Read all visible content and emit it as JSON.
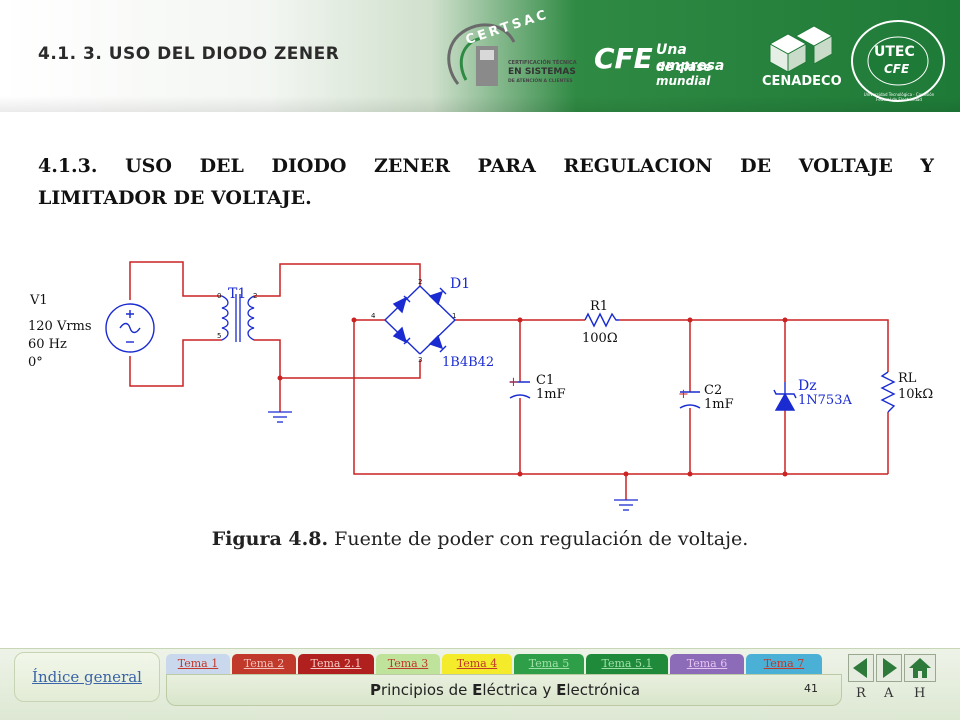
{
  "header": {
    "title": "4.1. 3. USO DEL DIODO ZENER",
    "logos": {
      "certsac": {
        "name": "CERTSAC",
        "line1": "CERTIFICACIÓN TÉCNICA",
        "line2": "EN SISTEMAS",
        "line3": "DE ATENCIÓN A CLIENTES"
      },
      "cfe": {
        "mark": "CFE",
        "slogan1": "Una empresa",
        "slogan2": "de clase mundial"
      },
      "cenadeco": {
        "name": "CENADECO"
      },
      "utec": {
        "ring": "Universidad Tecnológica · Comisión Federal de Electricidad",
        "mark1": "UTEC",
        "mark2": "CFE"
      }
    }
  },
  "content": {
    "heading_line1": "4.1.3. USO DEL DIODO ZENER PARA REGULACION DE VOLTAJE Y",
    "heading_line2": "LIMITADOR DE VOLTAJE.",
    "caption_bold": "Figura 4.8.",
    "caption_text": " Fuente de poder con regulación de voltaje."
  },
  "circuit": {
    "source": {
      "name": "V1",
      "voltage": "120 Vrms",
      "freq": "60 Hz",
      "phase": "0°"
    },
    "transformer": {
      "name": "T1"
    },
    "bridge": {
      "name": "D1",
      "part": "1B4B42"
    },
    "c1": {
      "name": "C1",
      "value": "1mF"
    },
    "r1": {
      "name": "R1",
      "value": "100Ω"
    },
    "c2": {
      "name": "C2",
      "value": "1mF"
    },
    "zener": {
      "name": "Dz",
      "part": "1N753A"
    },
    "load": {
      "name": "RL",
      "value": "10kΩ"
    },
    "pins": [
      "0",
      "2",
      "5",
      "4",
      "1",
      "3"
    ],
    "plus": "+"
  },
  "footer": {
    "index_label": "Índice general",
    "tabs": [
      {
        "label": "Tema 1",
        "bg": "#c9d8ec",
        "fg": "#c0392b"
      },
      {
        "label": "Tema 2",
        "bg": "#c0392b",
        "fg": "#f3c4bd"
      },
      {
        "label": "Tema 2.1",
        "bg": "#b0201e",
        "fg": "#f7c9c3"
      },
      {
        "label": "Tema 3",
        "bg": "#bfe39a",
        "fg": "#c0392b"
      },
      {
        "label": "Tema 4",
        "bg": "#f4ec2a",
        "fg": "#c0392b"
      },
      {
        "label": "Tema 5",
        "bg": "#2e9e48",
        "fg": "#9fe0a8"
      },
      {
        "label": "Tema 5.1",
        "bg": "#1f8a3a",
        "fg": "#9fe0a8"
      },
      {
        "label": "Tema 6",
        "bg": "#8c6bb8",
        "fg": "#e6c2f0"
      },
      {
        "label": "Tema 7",
        "bg": "#4bb0d6",
        "fg": "#c0392b"
      }
    ],
    "subject": {
      "p1": "P",
      "t1": "rincipios de ",
      "p2": "E",
      "t2": "léctrica y ",
      "p3": "E",
      "t3": "lectrónica"
    },
    "page_number": "41",
    "nav_letters": [
      "R",
      "A",
      "H"
    ]
  },
  "colors": {
    "wire": "#cc2222",
    "component": "#1a2bd1",
    "header_green": "#1e7a37"
  }
}
